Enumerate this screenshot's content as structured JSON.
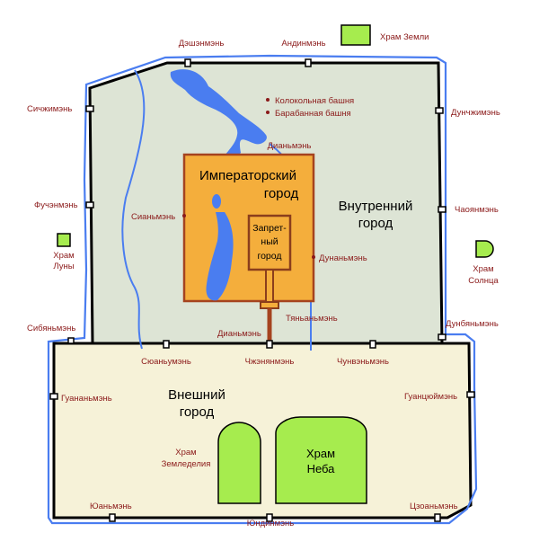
{
  "colors": {
    "inner_city_fill": "#dde4d5",
    "outer_city_fill": "#f6f2d8",
    "imperial_fill": "#f4ae3c",
    "imperial_border": "#a5431f",
    "forbidden_border": "#8b3e1c",
    "temple_fill": "#a6ec4e",
    "water": "#4a7df0",
    "wall": "#000000",
    "label": "#8b1a1a"
  },
  "areas": {
    "inner_city": [
      "Внутренний",
      "город"
    ],
    "outer_city": [
      "Внешний",
      "город"
    ],
    "imperial_city": [
      "Императорский",
      "город"
    ],
    "forbidden_city": [
      "Запрет-",
      "ный",
      "город"
    ]
  },
  "landmarks": {
    "bell_tower": "Колокольная башня",
    "drum_tower": "Барабанная башня"
  },
  "temples": {
    "earth": "Храм Земли",
    "moon": [
      "Храм",
      "Луны"
    ],
    "sun": [
      "Храм",
      "Солнца"
    ],
    "agriculture": [
      "Храм",
      "Земледелия"
    ],
    "heaven": [
      "Храм",
      "Неба"
    ]
  },
  "gates": {
    "deshengmen": "Дэшэнмэнь",
    "andingmen": "Андинмэнь",
    "xizhimen": "Сичжимэнь",
    "dongzhimen": "Дунчжимэнь",
    "fuchengmen": "Фучэнмэнь",
    "chaoyangmen": "Чаоянмэнь",
    "xianmen": "Сианьмэнь",
    "dianmen_north": "Дианьмэнь",
    "donganmen": "Дунаньмэнь",
    "tiananmen": "Тяньаньмэнь",
    "dianmen_south": "Дианьмэнь",
    "xibianmen": "Сибяньмэнь",
    "dongbianmen": "Дунбяньмэнь",
    "xuanwumen": "Сюаньумэнь",
    "zhengyangmen": "Чжэнянмэнь",
    "chongwenmen": "Чунвэньмэнь",
    "guanganmen": "Гуананьмэнь",
    "guangqumen": "Гуанцюймэнь",
    "youanmen": "Юаньмэнь",
    "yongdingmen": "Юндинмэнь",
    "zuoanmen": "Цзоаньмэнь"
  }
}
